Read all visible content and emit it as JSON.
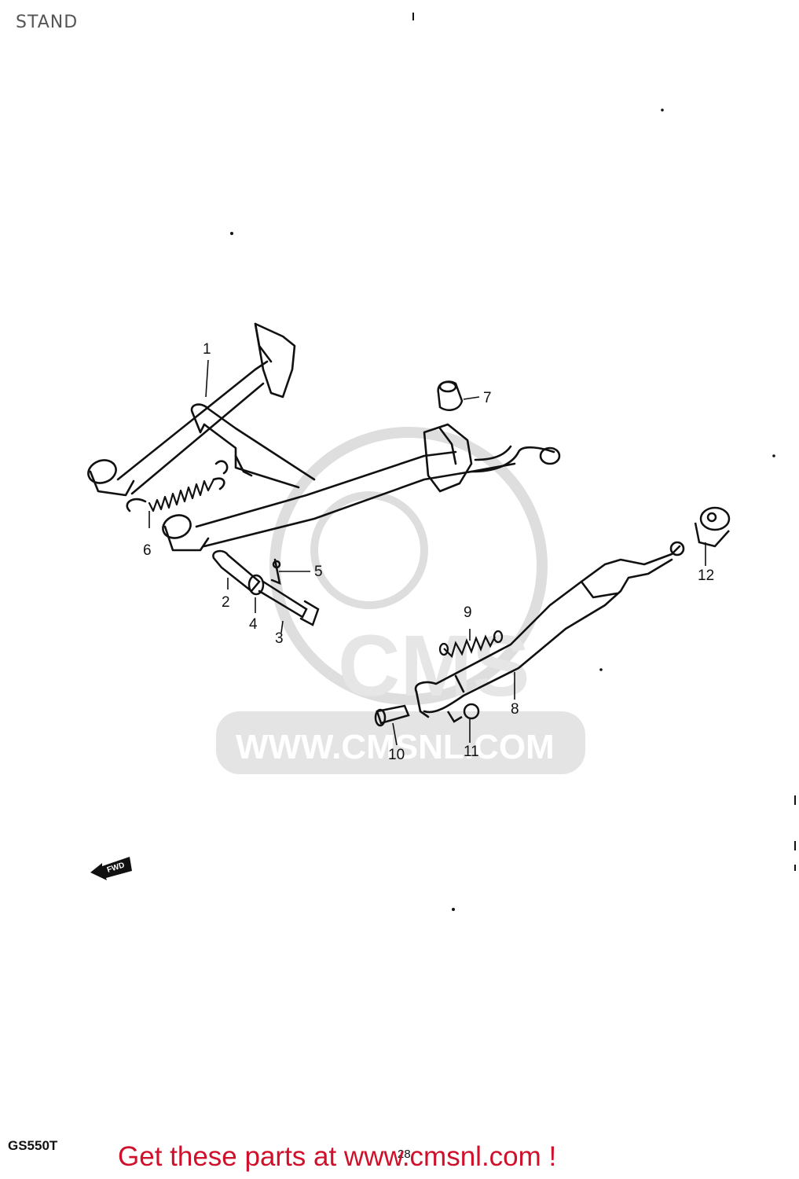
{
  "page": {
    "title": "STAND",
    "model_code": "GS550T",
    "page_number": "28",
    "promo_text": "Get these parts at www.cmsnl.com !"
  },
  "watermark": {
    "text": "WWW.CMSNL.COM",
    "letters": "CMS"
  },
  "fwd_arrow": {
    "label": "FWD"
  },
  "callouts": [
    {
      "id": "1",
      "label": "1"
    },
    {
      "id": "2",
      "label": "2"
    },
    {
      "id": "3",
      "label": "3"
    },
    {
      "id": "4",
      "label": "4"
    },
    {
      "id": "5",
      "label": "5"
    },
    {
      "id": "6",
      "label": "6"
    },
    {
      "id": "7",
      "label": "7"
    },
    {
      "id": "8",
      "label": "8"
    },
    {
      "id": "9",
      "label": "9"
    },
    {
      "id": "10",
      "label": "10"
    },
    {
      "id": "11",
      "label": "11"
    },
    {
      "id": "12",
      "label": "12"
    }
  ],
  "colors": {
    "promo": "#d0102a",
    "line": "#111111",
    "watermark": "#e6e6e6"
  }
}
